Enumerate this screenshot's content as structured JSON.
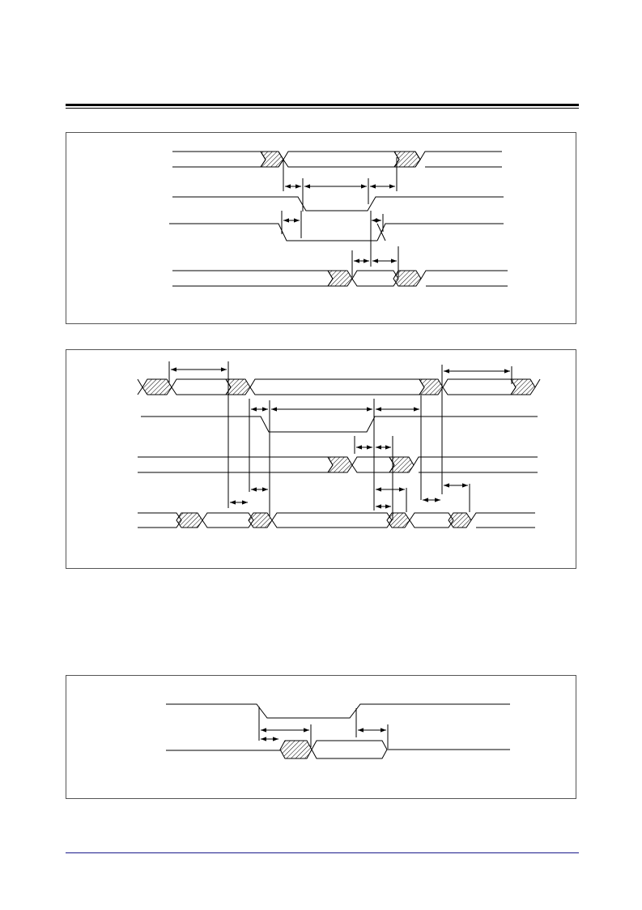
{
  "page": {
    "header_rule_color": "#000000",
    "footer_rule_color": "#1a1a8c"
  },
  "diagrams": [
    {
      "id": "read-cycle-timing",
      "text": []
    },
    {
      "id": "write-cycle-timing",
      "text": []
    },
    {
      "id": "hold-timing",
      "text": []
    }
  ],
  "colors": {
    "line": "#000000",
    "hatch": "#000000",
    "frame": "#555555"
  }
}
